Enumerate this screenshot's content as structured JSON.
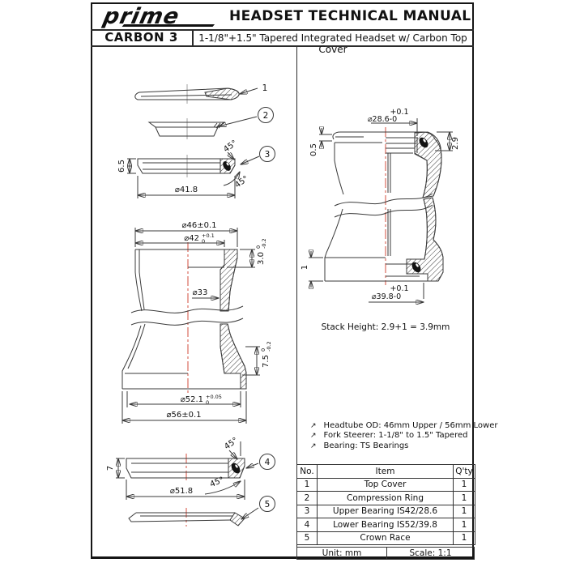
{
  "header": {
    "logo": "prime",
    "title": "HEADSET TECHNICAL MANUAL",
    "model": "CARBON 3",
    "subtitle": "1-1/8\"+1.5\" Tapered Integrated Headset w/ Carbon Top Cover"
  },
  "balloons": [
    "1",
    "2",
    "3",
    "4",
    "5"
  ],
  "left": {
    "d6_5": "6.5",
    "d41_8": "⌀41.8",
    "deg45": "45°",
    "d46": "⌀46±0.1",
    "d42": "⌀42",
    "d42_tol_top": "+0.1",
    "d42_tol_bot": "0",
    "d3": "3.0",
    "d3_tol_top": "0",
    "d3_tol_bot": "-0.2",
    "d33": "⌀33",
    "d7_5": "7.5",
    "d7_5_tol_top": "0",
    "d7_5_tol_bot": "-0.2",
    "d52_1": "⌀52.1",
    "d52_1_tol_top": "+0.05",
    "d52_1_tol_bot": "0",
    "d56": "⌀56±0.1",
    "d7": "7",
    "d51_8": "⌀51.8"
  },
  "right": {
    "tol_top": "+0.1",
    "d28_6": "⌀28.6-0",
    "d0_5": "0.5",
    "d2_9": "2.9",
    "d1": "1",
    "tol_bot": "+0.1",
    "d39_8": "⌀39.8-0",
    "stack": "Stack Height: 2.9+1 = 3.9mm"
  },
  "notes": {
    "bullet": "↗",
    "items": [
      "Headtube OD: 46mm Upper / 56mm Lower",
      "Fork Steerer: 1-1/8\" to 1.5\" Tapered",
      "Bearing: TS Bearings"
    ]
  },
  "parts_table": {
    "headers": [
      "No.",
      "Item",
      "Q'ty"
    ],
    "rows": [
      {
        "no": "1",
        "item": "Top Cover",
        "qty": "1"
      },
      {
        "no": "2",
        "item": "Compression Ring",
        "qty": "1"
      },
      {
        "no": "3",
        "item": "Upper Bearing IS42/28.6",
        "qty": "1"
      },
      {
        "no": "4",
        "item": "Lower Bearing IS52/39.8",
        "qty": "1"
      },
      {
        "no": "5",
        "item": "Crown Race",
        "qty": "1"
      }
    ],
    "footer": {
      "unit": "Unit: mm",
      "scale": "Scale: 1:1"
    }
  },
  "colors": {
    "centerline": "#cf3b28",
    "line": "#3a3a3a",
    "text": "#111111"
  }
}
